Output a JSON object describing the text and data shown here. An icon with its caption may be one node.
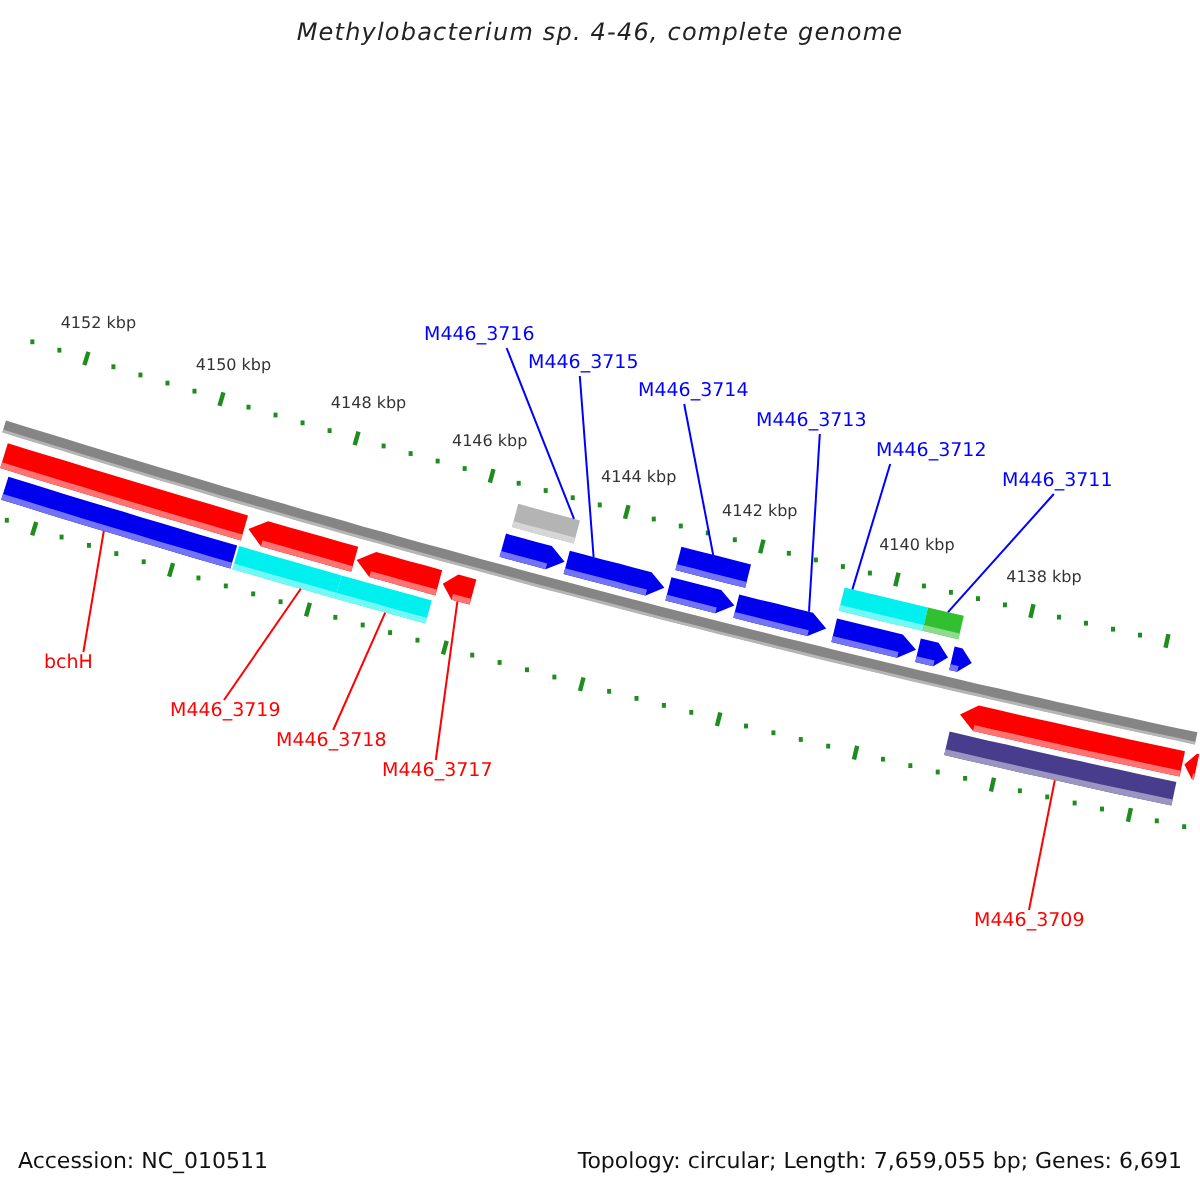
{
  "diagram": {
    "title": "Methylobacterium sp. 4-46, complete genome",
    "nodes": [
      {
        "text": [
          "M446_3716"
        ]
      },
      {
        "text": [
          "M446_3715"
        ]
      },
      {
        "text": [
          "M446_3714"
        ]
      },
      {
        "text": [
          "M446_3713"
        ]
      },
      {
        "text": [
          "M446_3712"
        ]
      },
      {
        "text": [
          "M446_3711"
        ]
      },
      {
        "text": [],
        "shape": "bar"
      },
      {
        "text": [],
        "shape": "bar"
      },
      {
        "text": [],
        "shape": "bar"
      },
      {
        "text": [],
        "shape": "bar"
      },
      {
        "text": [],
        "shape": "pentagon"
      },
      {
        "text": [],
        "shape": "pentagon"
      },
      {
        "text": [],
        "shape": "pentagon"
      },
      {
        "text": [],
        "shape": "pentagon"
      },
      {
        "text": [],
        "shape": "pentagon"
      },
      {
        "text": [],
        "shape": "pentagon"
      },
      {
        "text": [],
        "shape": "pentagon"
      },
      {
        "text": [],
        "shape": "bar"
      },
      {
        "text": [],
        "shape": "pentagon"
      },
      {
        "text": [],
        "shape": "pentagon"
      },
      {
        "text": [],
        "shape": "pentagon"
      },
      {
        "text": [],
        "shape": "pentagon"
      },
      {
        "text": [],
        "shape": "pentagon"
      },
      {
        "text": [],
        "shape": "bar"
      },
      {
        "text": [],
        "shape": "bar"
      },
      {
        "text": [],
        "shape": "bar"
      },
      {
        "text": [],
        "shape": "bar"
      },
      {
        "text": [
          "bchH"
        ]
      },
      {
        "text": [
          "M446_3719"
        ]
      },
      {
        "text": [
          "M446_3718"
        ]
      },
      {
        "text": [
          "M446_3717"
        ]
      },
      {
        "text": [
          "M446_3709"
        ]
      }
    ],
    "edges": [
      {
        "from": 0,
        "to": 6,
        "arrow": "none"
      },
      {
        "from": 1,
        "to": 11,
        "arrow": "none"
      },
      {
        "from": 2,
        "to": 7,
        "arrow": "none"
      },
      {
        "from": 3,
        "to": 13,
        "arrow": "none"
      },
      {
        "from": 4,
        "to": 8,
        "arrow": "none"
      },
      {
        "from": 5,
        "to": 9,
        "arrow": "none"
      },
      {
        "from": 27,
        "to": 23,
        "arrow": "none",
        "color": "#ff0000"
      },
      {
        "from": 28,
        "to": 24,
        "arrow": "none",
        "color": "#ff0000"
      },
      {
        "from": 29,
        "to": 25,
        "arrow": "none",
        "color": "#ff0000"
      },
      {
        "from": 30,
        "to": 20,
        "arrow": "none",
        "color": "#ff0000"
      },
      {
        "from": 31,
        "to": 26,
        "arrow": "none",
        "color": "#ff0000"
      }
    ],
    "labels": [
      "4152 kbp",
      "4150 kbp",
      "4148 kbp",
      "4146 kbp",
      "4144 kbp",
      "4142 kbp",
      "4140 kbp",
      "4138 kbp",
      "Accession: NC_010511",
      "Topology: circular; Length: 7,659,055 bp; Genes: 6,691"
    ]
  }
}
